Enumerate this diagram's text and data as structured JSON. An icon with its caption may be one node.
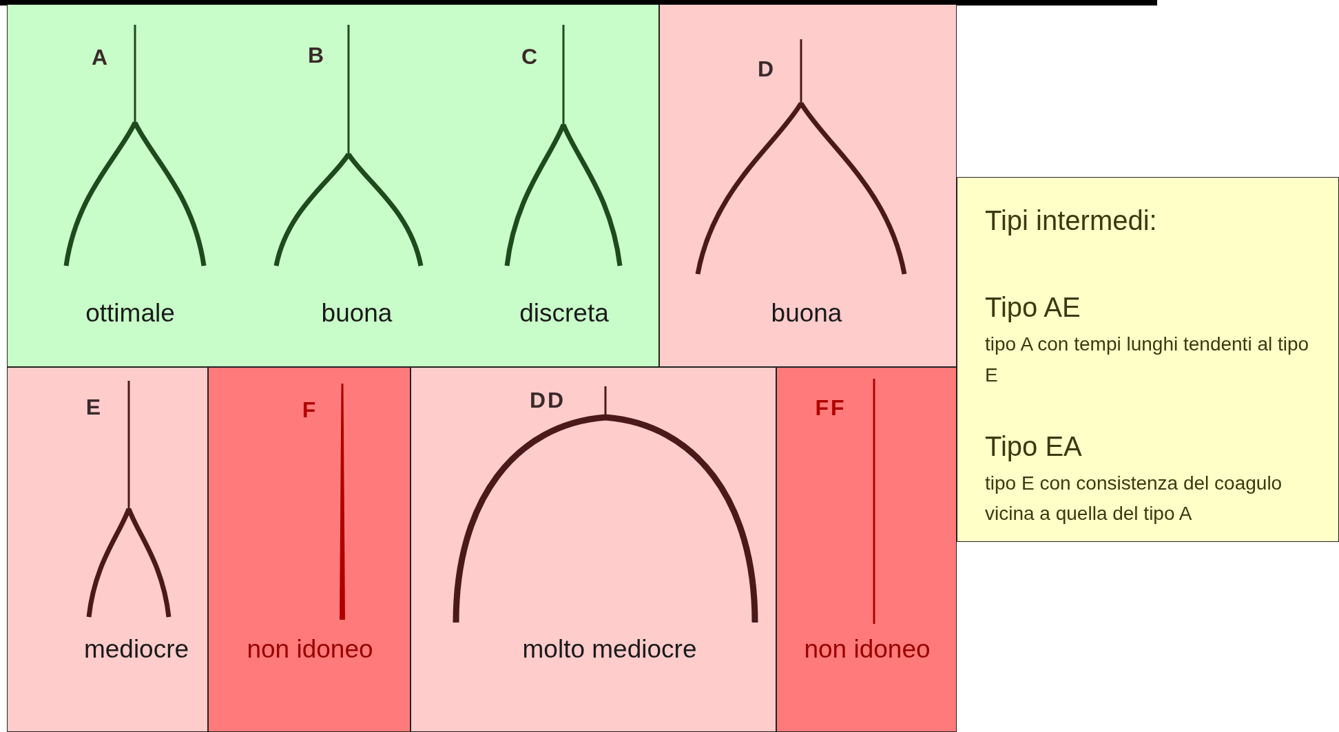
{
  "diagram": {
    "nodes": [
      {
        "text": [],
        "shape": "box"
      },
      {
        "text": [
          "A",
          "ottimale"
        ],
        "in": 0
      },
      {
        "text": [
          "B",
          "buona"
        ],
        "in": 0
      },
      {
        "text": [
          "C",
          "discreta"
        ],
        "in": 0
      },
      {
        "text": [
          "D",
          "buona"
        ]
      },
      {
        "text": [
          "E",
          "mediocre"
        ]
      },
      {
        "text": [
          "F",
          "non idoneo"
        ]
      },
      {
        "text": [
          "DD",
          "molto mediocre"
        ]
      },
      {
        "text": [
          "FF",
          "non idoneo"
        ]
      },
      {
        "text": [
          "Tipi intermedi:",
          "Tipo AE",
          "tipo A con tempi lunghi tendenti al tipo E",
          "Tipo EA",
          "tipo E con consistenza del coagulo vicina a quella del tipo A"
        ]
      }
    ],
    "edges": []
  }
}
